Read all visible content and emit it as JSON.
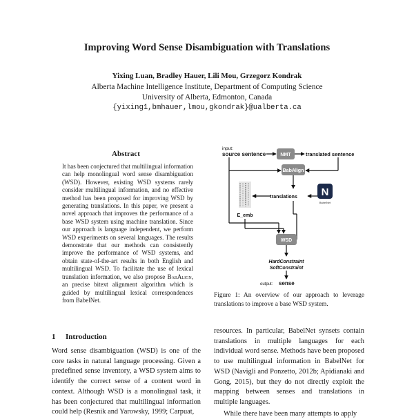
{
  "title": "Improving Word Sense Disambiguation with Translations",
  "authors": "Yixing Luan, Bradley Hauer, Lili Mou, Grzegorz Kondrak",
  "affiliation_1": "Alberta Machine Intelligence Institute, Department of Computing Science",
  "affiliation_2": "University of Alberta, Edmonton, Canada",
  "email": "{yixing1,bmhauer,lmou,gkondrak}@ualberta.ca",
  "abstract": {
    "heading": "Abstract",
    "text_before_sc": "It has been conjectured that multilingual information can help monolingual word sense disambiguation (WSD). However, existing WSD systems rarely consider multilingual information, and no effective method has been proposed for improving WSD by generating translations. In this paper, we present a novel approach that improves the performance of a base WSD system using machine translation. Since our approach is language independent, we perform WSD experiments on several languages. The results demonstrate that our methods can consistently improve the performance of WSD systems, and obtain state-of-the-art results in both English and multilingual WSD. To facilitate the use of lexical translation information, we also propose",
    "sc_name": "BabAlign",
    "text_after_sc": ", an precise bitext alignment algorithm which is guided by multilingual lexical correspondences from BabelNet."
  },
  "section": {
    "number": "1",
    "title": "Introduction",
    "left_text": "Word sense disambiguation (WSD) is one of the core tasks in natural language processing. Given a predefined sense inventory, a WSD system aims to identify the correct sense of a content word in context. Although WSD is a monolingual task, it has been conjectured that multilingual information could help (Resnik and Yarowsky, 1999; Carpuat,",
    "right_text_1": "resources. In particular, BabelNet synsets contain translations in multiple languages for each individual word sense. Methods have been proposed to use multilingual information in BabelNet for WSD (Navigli and Ponzetto, 2012b; Apidianaki and Gong, 2015), but they do not directly exploit the mapping between senses and translations in multiple languages.",
    "right_text_2": "While there have been many attempts to apply"
  },
  "figure": {
    "caption": "Figure 1: An overview of our approach to leverage translations to improve a base WSD system.",
    "input_label": "input:",
    "source_sentence": "source sentence",
    "nmt": "NMT",
    "translated_sentence": "translated sentence",
    "babalign": "BabAlign",
    "translations": "translations",
    "logo_letter": "N",
    "logo_caption": "BabelNet",
    "e_emb": "E_emb",
    "wsd": "WSD",
    "hard_constraint": "HardConstraint",
    "soft_constraint": "SoftConstraint",
    "output_label": "output:",
    "sense": "sense",
    "colors": {
      "box": "#8a8a8a",
      "logo": "#1c2a4a",
      "arrow": "#111111"
    }
  }
}
